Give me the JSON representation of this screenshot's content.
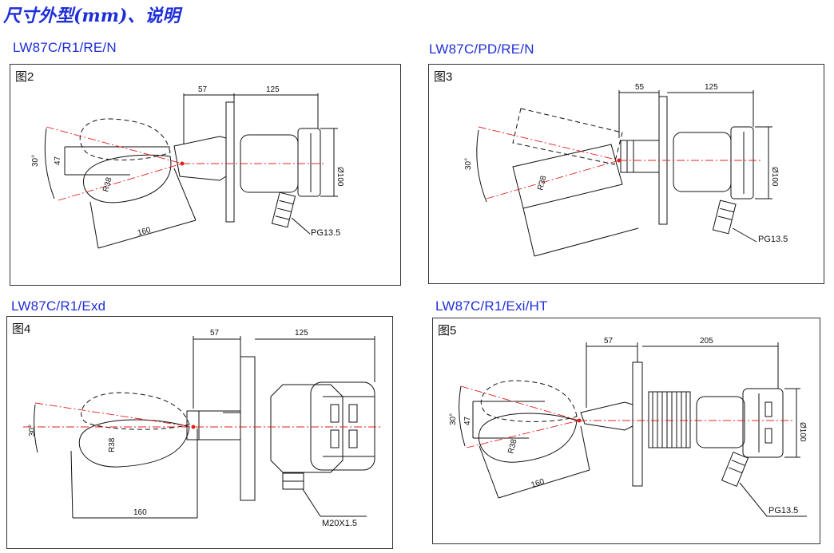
{
  "page_title": "尺寸外型(mm)、说明",
  "figures": [
    {
      "model": "LW87C/R1/RE/N",
      "label": "图2",
      "dims": {
        "a": "57",
        "b": "125",
        "c": "Ø100",
        "d": "47",
        "e": "30°",
        "f": "R38",
        "g": "160"
      },
      "callout": "PG13.5"
    },
    {
      "model": "LW87C/PD/RE/N",
      "label": "图3",
      "dims": {
        "a": "55",
        "b": "125",
        "c": "Ø100",
        "e": "30°",
        "f": "R38"
      },
      "callout": "PG13.5"
    },
    {
      "model": "LW87C/R1/Exd",
      "label": "图4",
      "dims": {
        "a": "57",
        "b": "125",
        "e": "30°",
        "f": "R38",
        "g": "160"
      },
      "callout": "M20X1.5"
    },
    {
      "model": "LW87C/R1/Exi/HT",
      "label": "图5",
      "dims": {
        "a": "57",
        "b": "205",
        "c": "Ø100",
        "d": "47",
        "e": "30°",
        "f": "R38",
        "g": "160"
      },
      "callout": "PG13.5"
    }
  ]
}
